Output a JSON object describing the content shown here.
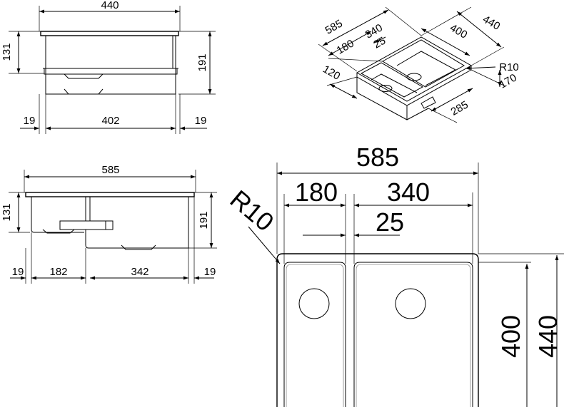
{
  "side_view_1": {
    "width": "440",
    "height_left": "131",
    "height_right": "191",
    "rim_left": "19",
    "inner": "402",
    "rim_right": "19"
  },
  "side_view_2": {
    "width": "585",
    "height_left": "131",
    "height_right": "191",
    "rim_left": "19",
    "small_bowl": "182",
    "large_bowl": "342",
    "rim_right": "19"
  },
  "isometric": {
    "width": "585",
    "large_bowl_w": "340",
    "small_bowl_w": "180",
    "gap": "25",
    "small_depth": "120",
    "large_depth": "400",
    "overall_depth": "440",
    "radius": "R10",
    "height": "170",
    "front": "285"
  },
  "plan_view": {
    "overall_width": "585",
    "small_bowl_w": "180",
    "large_bowl_w": "340",
    "gap": "25",
    "radius": "R10",
    "bowl_depth": "400",
    "overall_depth": "440"
  }
}
